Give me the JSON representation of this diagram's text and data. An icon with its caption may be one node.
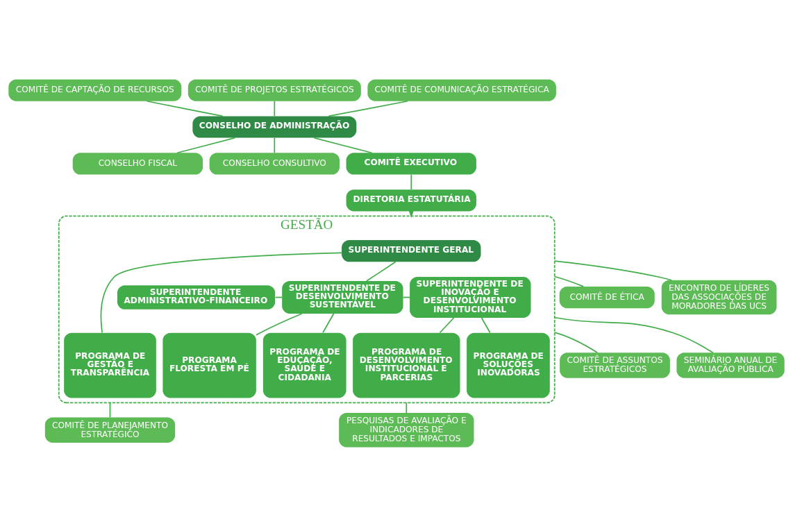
{
  "diagram": {
    "nodes": [
      {
        "text": [
          "COMITÊ DE CAPTAÇÃO DE RECURSOS"
        ]
      },
      {
        "text": [
          "COMITÊ DE PROJETOS ESTRATÉGICOS"
        ]
      },
      {
        "text": [
          "COMITÊ DE COMUNICAÇÃO ESTRATÉGICA"
        ]
      },
      {
        "text": [
          "CONSELHO DE ADMINISTRAÇÃO"
        ]
      },
      {
        "text": [
          "CONSELHO FISCAL"
        ]
      },
      {
        "text": [
          "CONSELHO CONSULTIVO"
        ]
      },
      {
        "text": [
          "COMITÊ EXECUTIVO"
        ]
      },
      {
        "text": [
          "DIRETORIA ESTATUTÁRIA"
        ]
      },
      {
        "text": [
          "GESTÃO"
        ]
      },
      {
        "text": [
          "SUPERINTENDENTE GERAL"
        ],
        "in": 8
      },
      {
        "text": [
          "SUPERINTENDENTE ADMINISTRATIVO-FINANCEIRO"
        ],
        "in": 8
      },
      {
        "text": [
          "SUPERINTENDENTE DE DESENVOLVIMENTO SUSTENTÁVEL"
        ],
        "in": 8
      },
      {
        "text": [
          "SUPERINTENDENTE DE INOVAÇÃO E DESENVOLVIMENTO INSTITUCIONAL"
        ],
        "in": 8
      },
      {
        "text": [
          "PROGRAMA DE GESTÃO E TRANSPARÊNCIA"
        ],
        "in": 8
      },
      {
        "text": [
          "PROGRAMA FLORESTA EM PÉ"
        ],
        "in": 8
      },
      {
        "text": [
          "PROGRAMA DE EDUCAÇÃO, SAÚDE E CIDADANIA"
        ],
        "in": 8
      },
      {
        "text": [
          "PROGRAMA DE SOLUÇÕES INOVADORAS"
        ],
        "in": 8
      },
      {
        "text": [
          "PROGRAMA DE DESENVOLVIMENTO INSTITUCIONAL E PARCERIAS"
        ],
        "in": 8
      },
      {
        "text": [
          "COMITÊ DE ÉTICA"
        ]
      },
      {
        "text": [
          "COMITÊ DE ASSUNTOS ESTRATÉGICOS"
        ]
      },
      {
        "text": [
          "COMITÊ DE PLANEJAMENTO ESTRATÉGICO"
        ]
      },
      {
        "text": [
          "ENCONTRO DE LÍDERES DAS ASSOCIAÇÕES DE MORADORES DAS UCS"
        ]
      },
      {
        "text": [
          "SEMINÁRIO ANUAL DE AVALIAÇÃO PÚBLICA"
        ]
      },
      {
        "text": [
          "PESQUISAS DE AVALIAÇÃO E INDICADORES DE RESULTADOS E IMPACTOS"
        ]
      }
    ],
    "edges": [
      {
        "from": 0,
        "to": 3,
        "arrow": "none"
      },
      {
        "from": 1,
        "to": 3,
        "arrow": "none"
      },
      {
        "from": 2,
        "to": 3,
        "arrow": "none"
      },
      {
        "from": 3,
        "to": 4,
        "arrow": "none"
      },
      {
        "from": 3,
        "to": 5,
        "arrow": "none"
      },
      {
        "from": 3,
        "to": 6,
        "arrow": "none"
      },
      {
        "from": 6,
        "to": 7,
        "arrow": "none"
      },
      {
        "from": 7,
        "to": 8,
        "arrow": "to"
      },
      {
        "from": 9,
        "to": 11,
        "arrow": "none"
      },
      {
        "from": 9,
        "to": 13,
        "arrow": "none"
      },
      {
        "from": 10,
        "to": 11,
        "arrow": "none"
      },
      {
        "from": 11,
        "to": 12,
        "arrow": "none"
      },
      {
        "from": 11,
        "to": 14,
        "arrow": "none"
      },
      {
        "from": 11,
        "to": 15,
        "arrow": "none"
      },
      {
        "from": 12,
        "to": 16,
        "arrow": "none"
      },
      {
        "from": 12,
        "to": 17,
        "arrow": "none"
      },
      {
        "from": 18,
        "to": 8,
        "arrow": "none"
      },
      {
        "from": 19,
        "to": 8,
        "arrow": "none"
      },
      {
        "from": 20,
        "to": 8,
        "arrow": "none"
      },
      {
        "from": 8,
        "to": 21,
        "arrow": "none"
      },
      {
        "from": 8,
        "to": 22,
        "arrow": "none"
      },
      {
        "from": 8,
        "to": 23,
        "arrow": "none"
      }
    ]
  }
}
